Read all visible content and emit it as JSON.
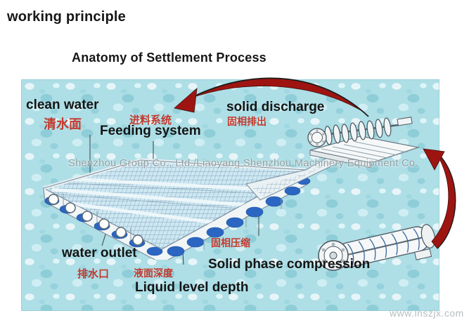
{
  "header": {
    "title": "working principle",
    "subtitle": "Anatomy of Settlement Process"
  },
  "labels": {
    "clean_water": {
      "en": "clean water",
      "zh": "清水面"
    },
    "feeding_system": {
      "en": "Feeding system",
      "zh": "进料系统"
    },
    "solid_discharge": {
      "en": "solid discharge",
      "zh": "固相排出"
    },
    "water_outlet": {
      "en": "water outlet",
      "zh": "排水口"
    },
    "liquid_level_depth": {
      "en": "Liquid level depth",
      "zh": "液面深度"
    },
    "solid_phase_compression": {
      "en": "Solid phase compression",
      "zh": "固相压缩"
    }
  },
  "watermarks": {
    "company": "Shenzhou Group Co., Ltd./Liaoyang Shenzhou Machinery Equipment Co.",
    "website": "www.lnszjx.com"
  },
  "icons": {
    "discharge_arrow": "red-curved-arrow-left",
    "recycle_arrow": "red-curved-arrow-up",
    "tank": "sedimentation-tank-3d-drawing",
    "top_machine": "screw-conveyor-drawing",
    "bottom_machine": "screw-press-drawing"
  },
  "colors": {
    "label_red": "#c43a2e",
    "text_black": "#141414",
    "arrow_red": "#9e1411",
    "panel_blue": "#aedee6",
    "water_blue": "#2b66c2",
    "watermark_gray": "#8a989b"
  }
}
